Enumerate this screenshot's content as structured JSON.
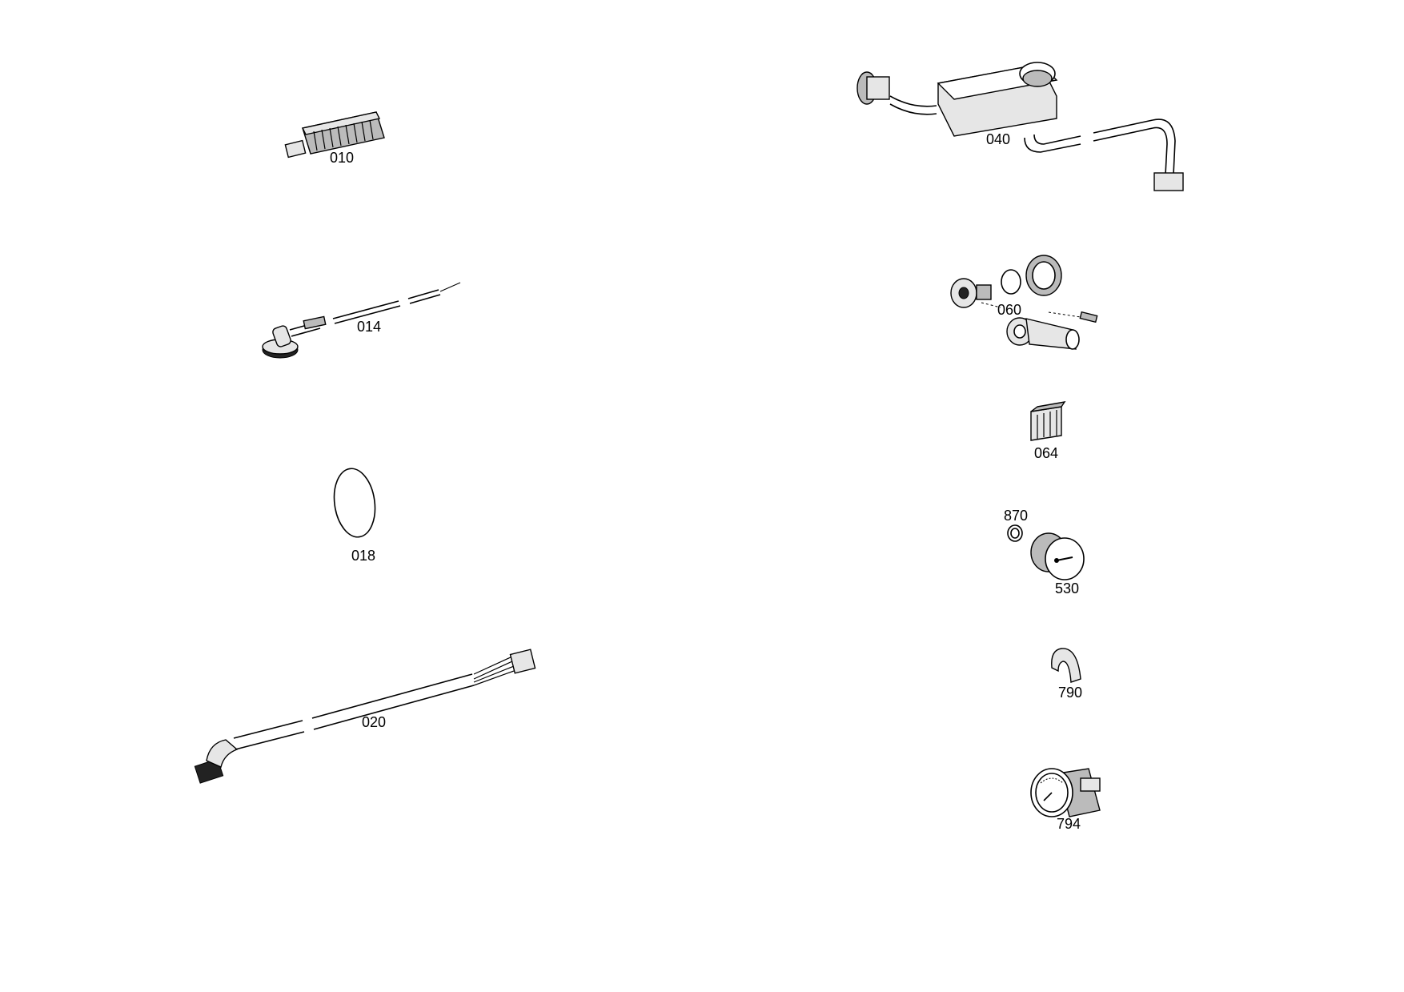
{
  "parts": [
    {
      "id": "part-010",
      "label": "010"
    },
    {
      "id": "part-014",
      "label": "014"
    },
    {
      "id": "part-018",
      "label": "018"
    },
    {
      "id": "part-020",
      "label": "020"
    },
    {
      "id": "part-040",
      "label": "040"
    },
    {
      "id": "part-060",
      "label": "060"
    },
    {
      "id": "part-064",
      "label": "064"
    },
    {
      "id": "part-870",
      "label": "870"
    },
    {
      "id": "part-530",
      "label": "530"
    },
    {
      "id": "part-790",
      "label": "790"
    },
    {
      "id": "part-794",
      "label": "794"
    }
  ],
  "colors": {
    "line": "#000000",
    "background": "#ffffff"
  }
}
